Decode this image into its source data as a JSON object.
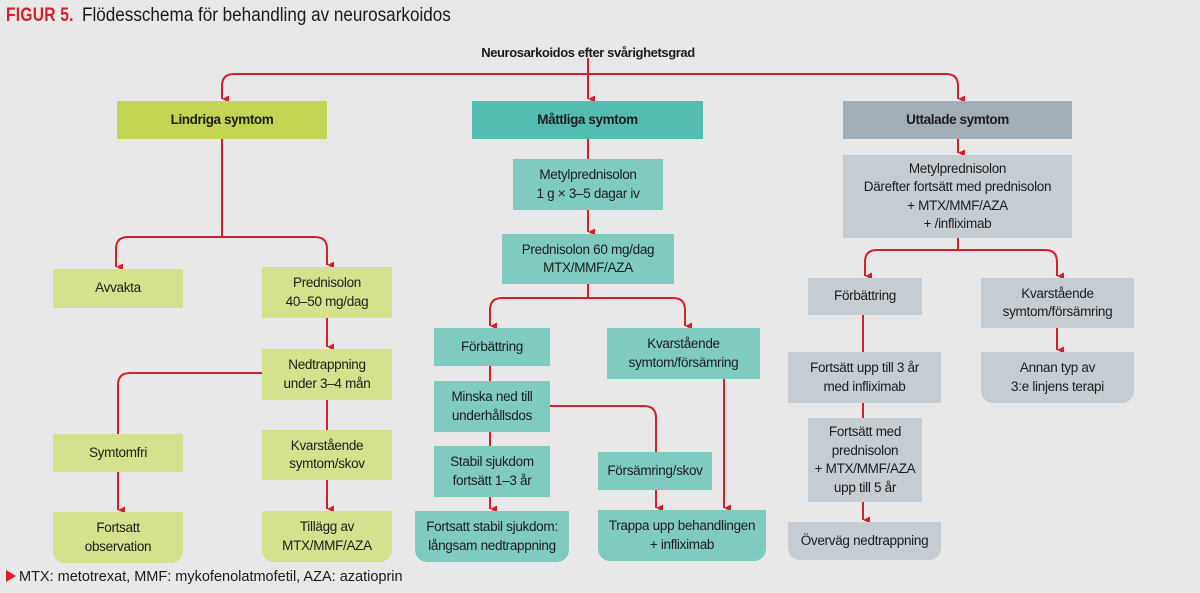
{
  "figure": {
    "label": "FIGUR 5.",
    "title": "Flödesschema för behandling av neurosarkoidos",
    "root": "Neurosarkoidos efter svårighetsgrad",
    "footnote": "MTX: metotrexat, MMF: mykofenolatmofetil, AZA: azatioprin",
    "colors": {
      "arrow": "#d4202a",
      "mild_header": "#c3d552",
      "mild": "#d5e18c",
      "moderate_header": "#53bdb0",
      "moderate": "#7fcbc0",
      "severe_header": "#a2aeb6",
      "severe": "#c5cdd3",
      "background": "#e8e8e8"
    }
  },
  "mild": {
    "header": "Lindriga symtom",
    "wait": "Avvakta",
    "prednisolone": "Prednisolon\n40–50 mg/dag",
    "taper": "Nedtrappning\nunder 3–4 mån",
    "symptom_free": "Symtomfri",
    "continued_observation": "Fortsatt\nobservation",
    "persistent": "Kvarstående\nsymtom/skov",
    "add_on": "Tillägg av\nMTX/MMF/AZA"
  },
  "moderate": {
    "header": "Måttliga symtom",
    "methylprednisolone": "Metylprednisolon\n1 g × 3–5 dagar iv",
    "prednisolone": "Prednisolon 60 mg/dag\nMTX/MMF/AZA",
    "improvement": "Förbättring",
    "persistent": "Kvarstående\nsymtom/försämring",
    "reduce": "Minska ned till\nunderhållsdos",
    "stable": "Stabil sjukdom\nfortsätt 1–3 år",
    "worsening": "Försämring/skov",
    "slow_taper": "Fortsatt stabil sjukdom:\nlångsam nedtrappning",
    "escalate": "Trappa upp behandlingen\n+ infliximab"
  },
  "severe": {
    "header": "Uttalade symtom",
    "methylprednisolone": "Metylprednisolon\nDärefter fortsätt med prednisolon\n+ MTX/MMF/AZA\n+ /infliximab",
    "improvement": "Förbättring",
    "persistent": "Kvarstående\nsymtom/försämring",
    "infliximab_3y": "Fortsätt upp till 3 år\nmed infliximab",
    "third_line": "Annan typ av\n3:e linjens terapi",
    "prednisolone_5y": "Fortsätt med\nprednisolon\n+ MTX/MMF/AZA\nupp till 5 år",
    "consider_taper": "Överväg nedtrappning"
  }
}
